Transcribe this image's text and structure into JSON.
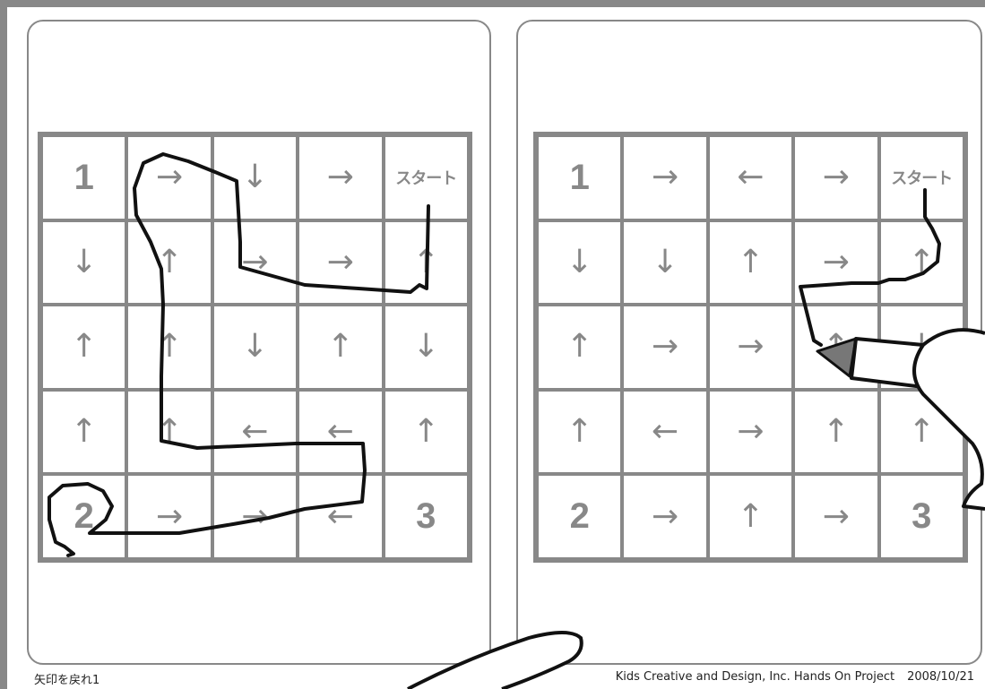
{
  "footer": {
    "left_label": "矢印を戻れ1",
    "credit": "Kids Creative and Design, Inc. Hands On Project",
    "date": "2008/10/21"
  },
  "left_grid": [
    [
      "1",
      "→",
      "↓",
      "→",
      "スタート"
    ],
    [
      "↓",
      "↑",
      "→",
      "→",
      "↑"
    ],
    [
      "↑",
      "↑",
      "↓",
      "↑",
      "↓"
    ],
    [
      "↑",
      "↑",
      "←",
      "←",
      "↑"
    ],
    [
      "2",
      "→",
      "→",
      "←",
      "3"
    ]
  ],
  "right_grid": [
    [
      "1",
      "→",
      "←",
      "→",
      "スタート"
    ],
    [
      "↓",
      "↓",
      "↑",
      "→",
      "↑"
    ],
    [
      "↑",
      "→",
      "→",
      "↑",
      "↓"
    ],
    [
      "↑",
      "←",
      "→",
      "↑",
      "↑"
    ],
    [
      "2",
      "→",
      "↑",
      "→",
      "3"
    ]
  ],
  "colors": {
    "grid_line": "#888888",
    "cell_text": "#888888",
    "drawn_path": "#111111",
    "pen_tip": "#777777"
  },
  "icons": [
    "hand-drawn-path",
    "marker-pen-icon",
    "hand-outline"
  ]
}
